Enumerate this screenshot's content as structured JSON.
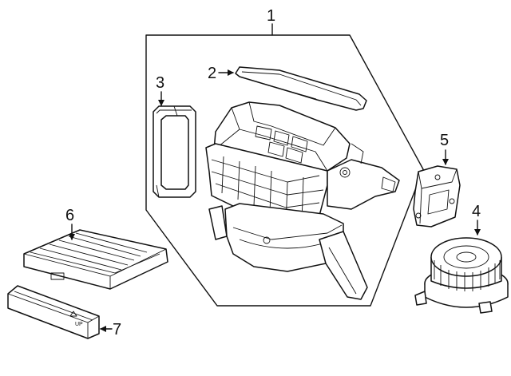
{
  "callouts": [
    {
      "id": "1",
      "label": "1"
    },
    {
      "id": "2",
      "label": "2"
    },
    {
      "id": "3",
      "label": "3"
    },
    {
      "id": "4",
      "label": "4"
    },
    {
      "id": "5",
      "label": "5"
    },
    {
      "id": "6",
      "label": "6"
    },
    {
      "id": "7",
      "label": "7"
    }
  ],
  "filter_marking": "UP"
}
